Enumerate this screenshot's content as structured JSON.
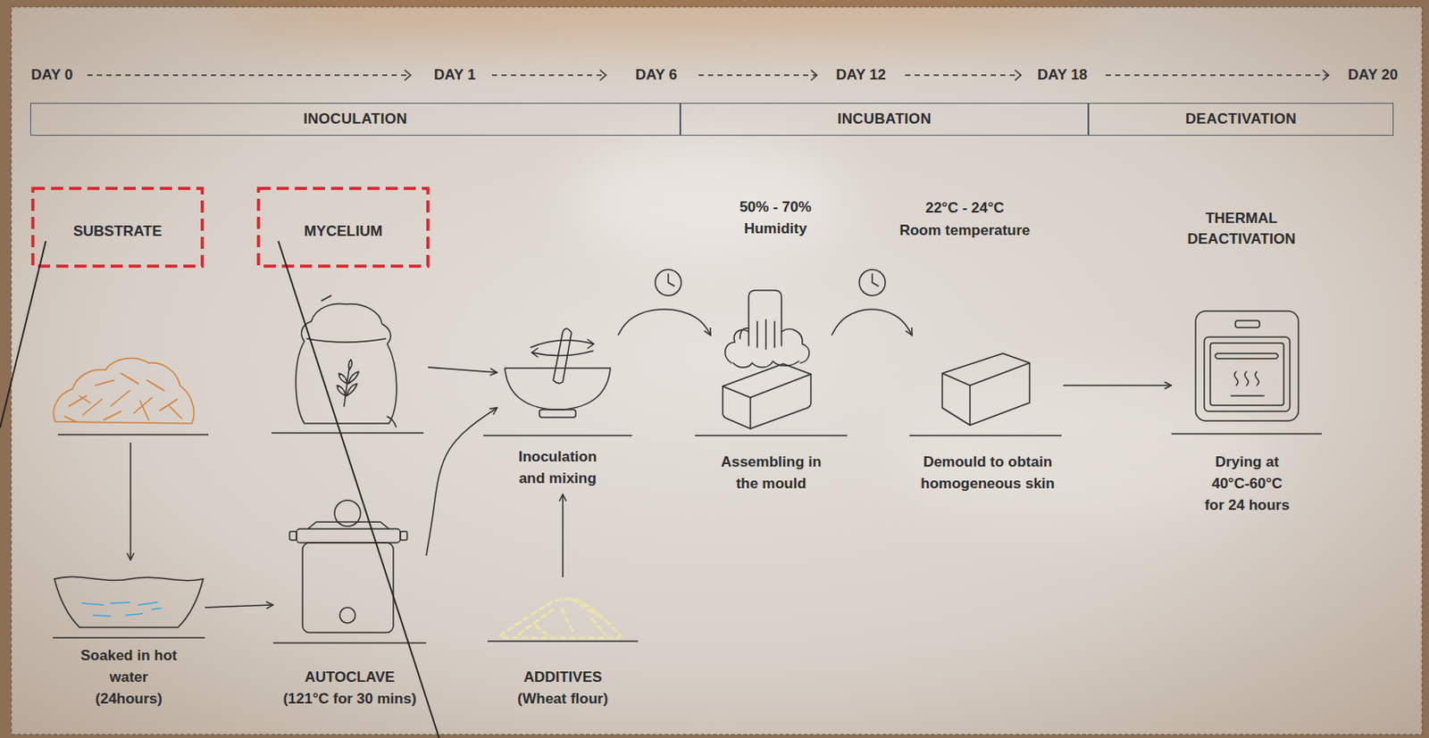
{
  "diagram": {
    "nodes": [
      {
        "text": [
          "INOCULATION"
        ]
      },
      {
        "text": [
          "INCUBATION"
        ]
      },
      {
        "text": [
          "DEACTIVATION"
        ]
      },
      {
        "text": [
          "SUBSTRATE"
        ]
      },
      {
        "text": [
          "MYCELIUM"
        ]
      },
      {
        "text": [
          "Soaked in hot water (24hours)"
        ]
      },
      {
        "text": [
          "AUTOCLAVE",
          "(121°C for 30 mins)"
        ]
      },
      {
        "text": [
          "Inoculation and mixing"
        ]
      },
      {
        "text": [
          "ADDITIVES",
          "(Wheat flour)"
        ]
      },
      {
        "text": [
          "Assembling in the mould"
        ]
      },
      {
        "text": [
          "Demould to obtain homogeneous skin"
        ]
      },
      {
        "text": [
          "Drying at 40°C-60°C for 24 hours"
        ]
      }
    ],
    "edges": [
      {
        "from": 3,
        "to": 5,
        "arrow": "to"
      },
      {
        "from": 5,
        "to": 6,
        "arrow": "to"
      },
      {
        "from": 4,
        "to": 7,
        "arrow": "to"
      },
      {
        "from": 6,
        "to": 7,
        "arrow": "to"
      },
      {
        "from": 8,
        "to": 7,
        "arrow": "to"
      },
      {
        "from": 7,
        "to": 9,
        "arrow": "to"
      },
      {
        "from": 9,
        "to": 10,
        "arrow": "to"
      },
      {
        "from": 10,
        "to": 11,
        "arrow": "to"
      }
    ],
    "labels": [
      "DAY 0",
      "DAY 1",
      "DAY 6",
      "DAY 12",
      "DAY 18",
      "DAY 20",
      "50% - 70%",
      "Humidity",
      "22°C - 24°C",
      "Room temperature",
      "THERMAL DEACTIVATION"
    ]
  }
}
